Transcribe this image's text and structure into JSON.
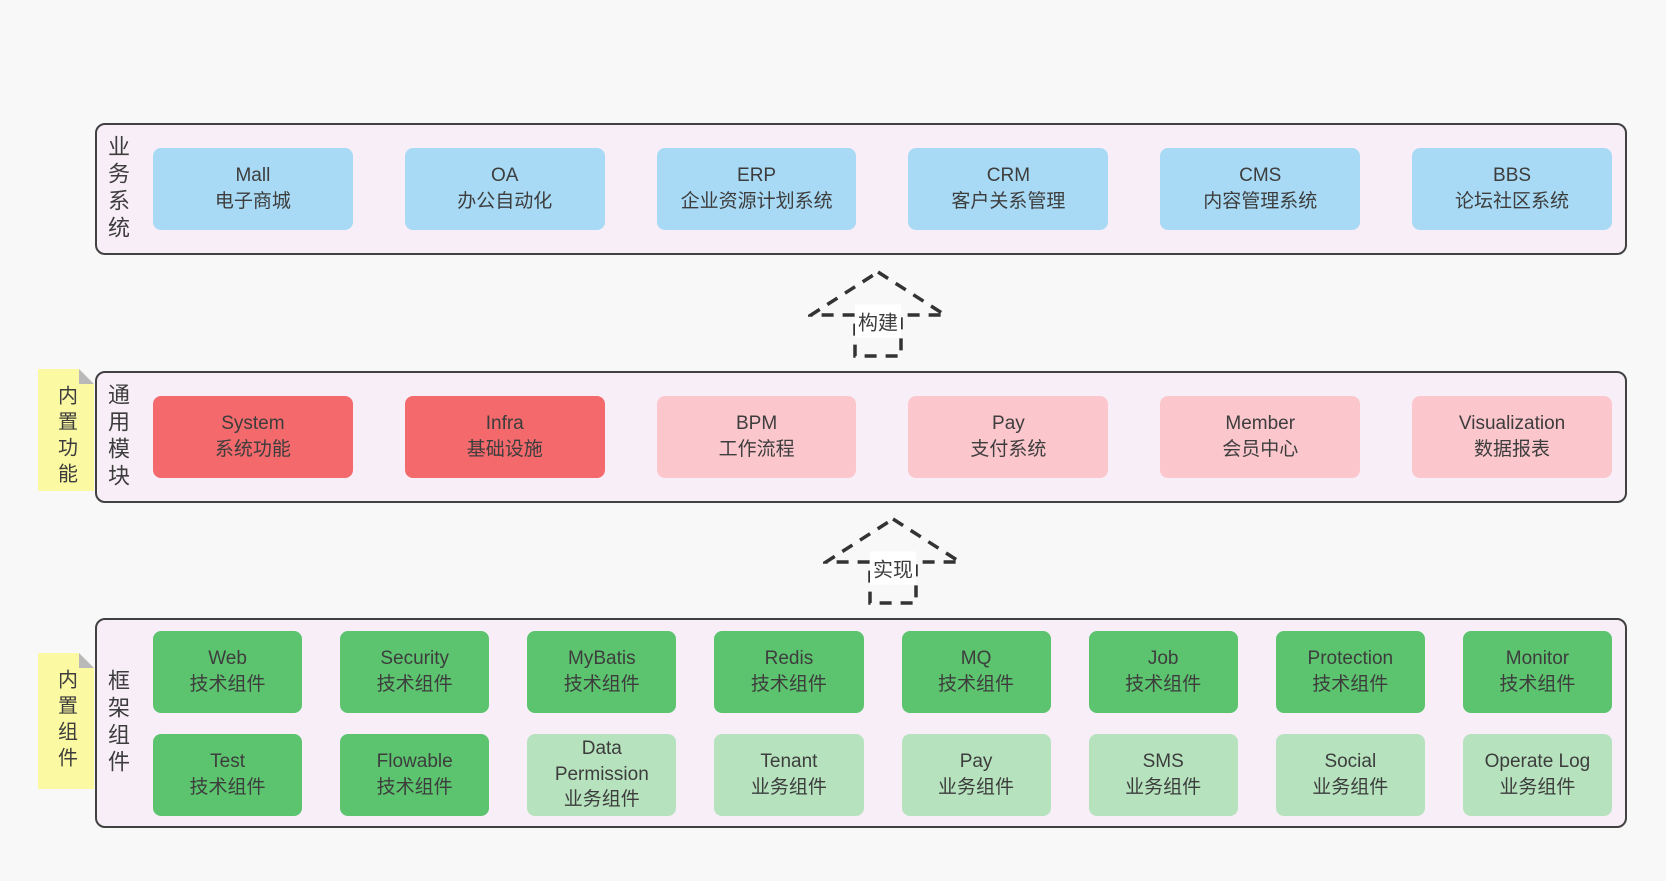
{
  "colors": {
    "page_bg": "#f8f8f8",
    "panel_bg": "#f8eef7",
    "panel_border": "#414141",
    "blue": "#a8daf5",
    "red": "#f3696c",
    "pink": "#fbc7cd",
    "green": "#5cc46e",
    "light_green": "#b6e3be",
    "note_bg": "#fbf9a2",
    "note_fold": "#b9b9b9",
    "ink": "#3d3d3d",
    "arrow": "#333333"
  },
  "sections": [
    {
      "id": "business",
      "side_label": "业务系统",
      "note": "",
      "rows": [
        [
          {
            "name": "Mall",
            "desc": "电子商城",
            "variant": "blue"
          },
          {
            "name": "OA",
            "desc": "办公自动化",
            "variant": "blue"
          },
          {
            "name": "ERP",
            "desc": "企业资源计划系统",
            "variant": "blue"
          },
          {
            "name": "CRM",
            "desc": "客户关系管理",
            "variant": "blue"
          },
          {
            "name": "CMS",
            "desc": "内容管理系统",
            "variant": "blue"
          },
          {
            "name": "BBS",
            "desc": "论坛社区系统",
            "variant": "blue"
          }
        ]
      ]
    },
    {
      "id": "modules",
      "side_label": "通用模块",
      "note": "内置功能",
      "rows": [
        [
          {
            "name": "System",
            "desc": "系统功能",
            "variant": "red"
          },
          {
            "name": "Infra",
            "desc": "基础设施",
            "variant": "red"
          },
          {
            "name": "BPM",
            "desc": "工作流程",
            "variant": "pink"
          },
          {
            "name": "Pay",
            "desc": "支付系统",
            "variant": "pink"
          },
          {
            "name": "Member",
            "desc": "会员中心",
            "variant": "pink"
          },
          {
            "name": "Visualization",
            "desc": "数据报表",
            "variant": "pink"
          }
        ]
      ]
    },
    {
      "id": "components",
      "side_label": "框架组件",
      "note": "内置组件",
      "rows": [
        [
          {
            "name": "Web",
            "desc": "技术组件",
            "variant": "green"
          },
          {
            "name": "Security",
            "desc": "技术组件",
            "variant": "green"
          },
          {
            "name": "MyBatis",
            "desc": "技术组件",
            "variant": "green"
          },
          {
            "name": "Redis",
            "desc": "技术组件",
            "variant": "green"
          },
          {
            "name": "MQ",
            "desc": "技术组件",
            "variant": "green"
          },
          {
            "name": "Job",
            "desc": "技术组件",
            "variant": "green"
          },
          {
            "name": "Protection",
            "desc": "技术组件",
            "variant": "green"
          },
          {
            "name": "Monitor",
            "desc": "技术组件",
            "variant": "green"
          }
        ],
        [
          {
            "name": "Test",
            "desc": "技术组件",
            "variant": "green"
          },
          {
            "name": "Flowable",
            "desc": "技术组件",
            "variant": "green"
          },
          {
            "name": "Data Permission",
            "desc": "业务组件",
            "variant": "light_green"
          },
          {
            "name": "Tenant",
            "desc": "业务组件",
            "variant": "light_green"
          },
          {
            "name": "Pay",
            "desc": "业务组件",
            "variant": "light_green"
          },
          {
            "name": "SMS",
            "desc": "业务组件",
            "variant": "light_green"
          },
          {
            "name": "Social",
            "desc": "业务组件",
            "variant": "light_green"
          },
          {
            "name": "Operate Log",
            "desc": "业务组件",
            "variant": "light_green"
          }
        ]
      ]
    }
  ],
  "arrows": [
    {
      "label": "构建"
    },
    {
      "label": "实现"
    }
  ]
}
